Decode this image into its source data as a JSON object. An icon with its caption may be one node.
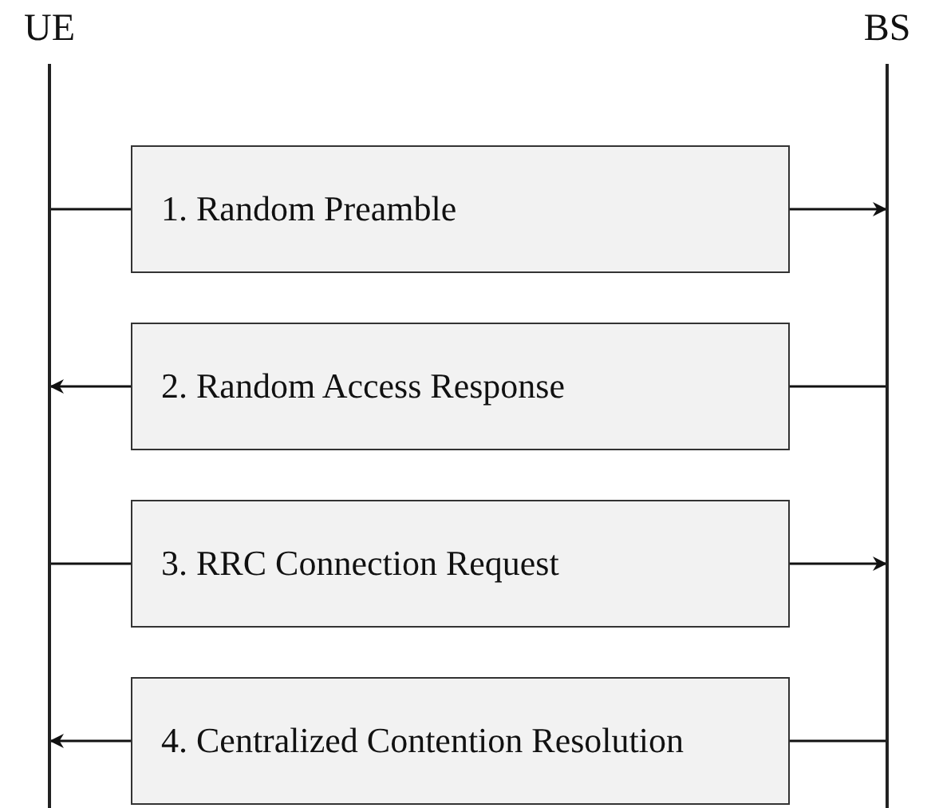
{
  "diagram": {
    "nodes": [
      {
        "text": [
          "UE"
        ]
      },
      {
        "text": [
          "BS"
        ]
      },
      {
        "text": [
          "1. Random Preamble"
        ]
      },
      {
        "text": [
          "2. Random Access Response"
        ]
      },
      {
        "text": [
          "3. RRC Connection Request"
        ]
      },
      {
        "text": [
          "4. Centralized Contention Resolution"
        ]
      }
    ],
    "edges": [
      {
        "from": 0,
        "to": 2,
        "arrow": "none"
      },
      {
        "from": 2,
        "to": 1,
        "arrow": "to"
      },
      {
        "from": 1,
        "to": 3,
        "arrow": "none"
      },
      {
        "from": 3,
        "to": 0,
        "arrow": "to"
      },
      {
        "from": 0,
        "to": 4,
        "arrow": "none"
      },
      {
        "from": 4,
        "to": 1,
        "arrow": "to"
      },
      {
        "from": 1,
        "to": 5,
        "arrow": "none"
      },
      {
        "from": 5,
        "to": 0,
        "arrow": "to"
      }
    ]
  }
}
